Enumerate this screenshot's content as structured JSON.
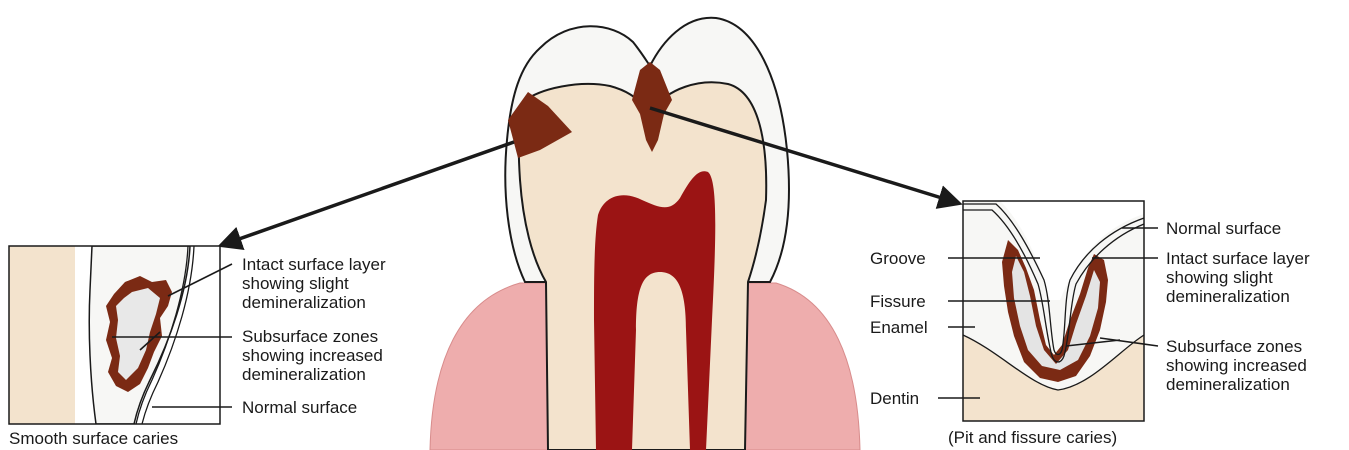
{
  "colors": {
    "enamel": "#f7f7f5",
    "dentin": "#f3e3cd",
    "pulp": "#9b1414",
    "gum": "#eeadad",
    "caries": "#7b2a14",
    "outline": "#1a1a1a"
  },
  "icons": [
    "arrow-left-down-icon",
    "arrow-right-down-icon"
  ],
  "smooth": {
    "labels": {
      "intact_1": "Intact surface layer",
      "intact_2": "showing slight",
      "intact_3": "demineralization",
      "subsurface_1": "Subsurface zones",
      "subsurface_2": "showing increased",
      "subsurface_3": "demineralization",
      "normal": "Normal surface"
    },
    "caption": "Smooth surface caries"
  },
  "pit": {
    "labels": {
      "normal": "Normal surface",
      "intact_1": "Intact surface layer",
      "intact_2": "showing slight",
      "intact_3": "demineralization",
      "subsurface_1": "Subsurface zones",
      "subsurface_2": "showing increased",
      "subsurface_3": "demineralization",
      "groove": "Groove",
      "fissure": "Fissure",
      "enamel": "Enamel",
      "dentin": "Dentin"
    },
    "caption": "(Pit and fissure caries)"
  }
}
